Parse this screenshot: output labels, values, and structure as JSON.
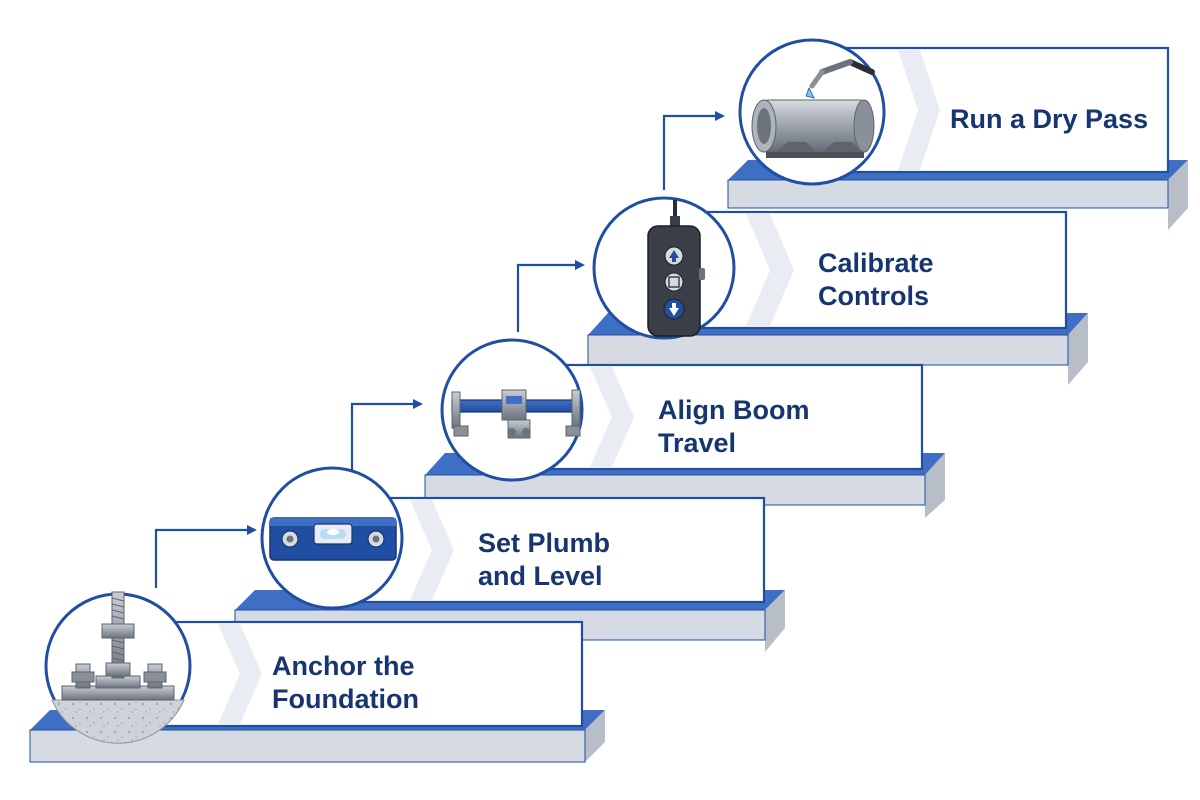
{
  "steps": [
    {
      "line1": "Anchor the",
      "line2": "Foundation",
      "icon": "anchor-bolt-icon"
    },
    {
      "line1": "Set Plumb",
      "line2": "and Level",
      "icon": "spirit-level-icon"
    },
    {
      "line1": "Align Boom",
      "line2": "Travel",
      "icon": "boom-rail-icon"
    },
    {
      "line1": "Calibrate",
      "line2": "Controls",
      "icon": "pendant-controller-icon"
    },
    {
      "line1": "Run a Dry Pass",
      "line2": "",
      "icon": "welding-torch-pipe-icon"
    }
  ],
  "colors": {
    "accent": "#1f4ea3",
    "navy": "#17366f",
    "stair_top": "#3f6fc4",
    "stair_front": "#d6dbe3",
    "stair_side": "#b8bec8",
    "steel": "#8a9099"
  }
}
